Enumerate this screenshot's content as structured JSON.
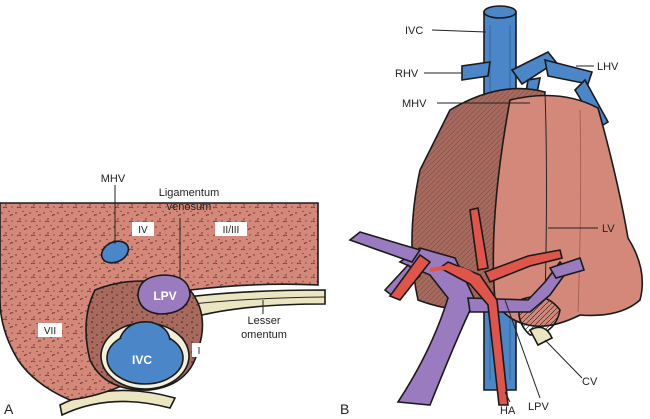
{
  "panel_a": {
    "panel_letter": "A",
    "labels": {
      "mhv": "MHV",
      "ligamentum_line1": "Ligamentum",
      "ligamentum_line2": "venosum",
      "lpv": "LPV",
      "lesser_line1": "Lesser",
      "lesser_line2": "omentum",
      "ivc": "IVC",
      "seg_iv": "IV",
      "seg_iiiii": "II/III",
      "seg_vii": "VII",
      "seg_i": "I"
    }
  },
  "panel_b": {
    "panel_letter": "B",
    "labels": {
      "ivc": "IVC",
      "rhv": "RHV",
      "lhv": "LHV",
      "mhv": "MHV",
      "lv": "LV",
      "cv": "CV",
      "lpv": "LPV",
      "ha": "HA"
    }
  },
  "colors": {
    "liver": "#d4887a",
    "caudate": "#a8695e",
    "vein_blue": "#4a86c8",
    "portal_purple": "#9b7bbf",
    "artery_red": "#e0554a",
    "omentum": "#ece5c2",
    "outline": "#1a1a1a"
  }
}
